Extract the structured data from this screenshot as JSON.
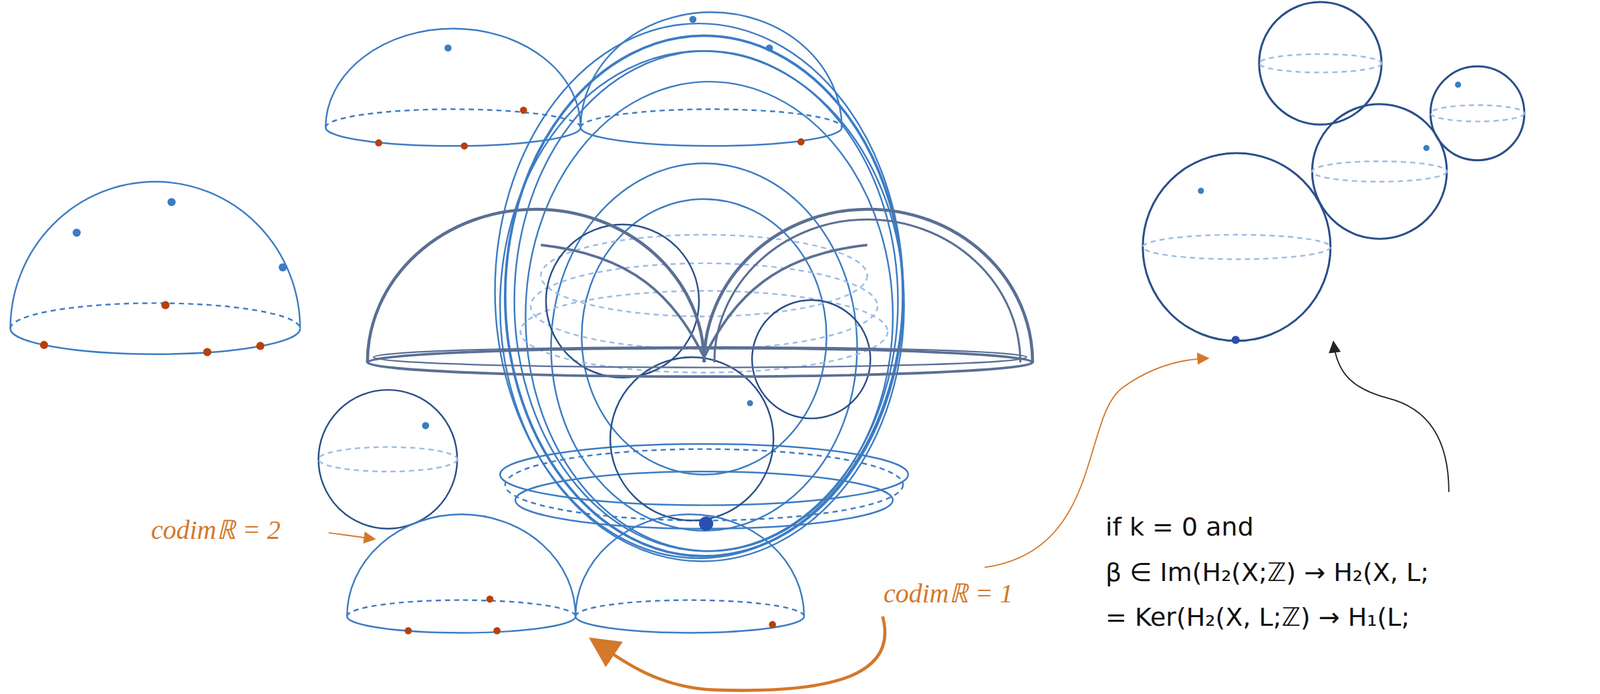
{
  "diagram": {
    "labels": [
      "codimℝ = 2",
      "codimℝ = 1",
      "if k = 0 and",
      "β ∈ Im(H₂(X;ℤ) → H₂(X, L;",
      "= Ker(H₂(X, L;ℤ) → H₁(L;"
    ]
  }
}
